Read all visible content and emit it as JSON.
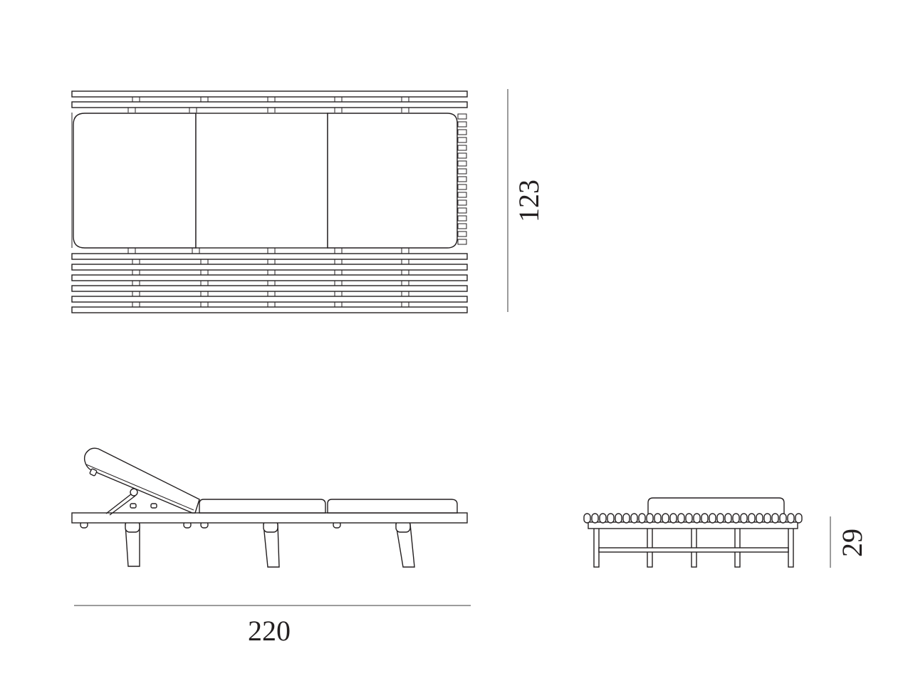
{
  "dimensions": {
    "length": "220",
    "width": "123",
    "height": "29"
  },
  "colors": {
    "line": "#231f20",
    "background": "#ffffff"
  }
}
